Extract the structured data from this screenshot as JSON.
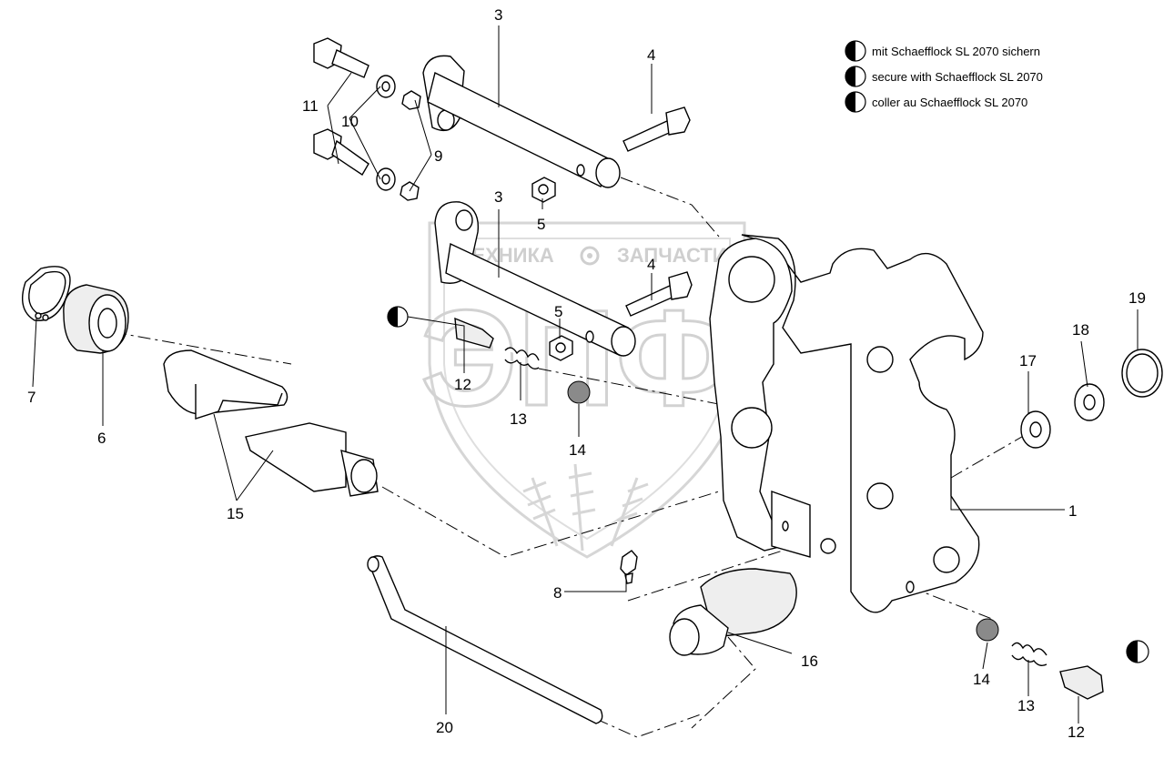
{
  "legend": [
    {
      "symbol": "half-filled-circle-icon",
      "text": "mit Schaefflock SL 2070 sichern"
    },
    {
      "symbol": "half-filled-circle-icon",
      "text": "secure with Schaefflock SL 2070"
    },
    {
      "symbol": "half-filled-circle-icon",
      "text": "coller au Schaefflock SL 2070"
    }
  ],
  "watermark": {
    "text_left": "ТЕХНИКА",
    "text_right": "ЗАПЧАСТИ",
    "big": "ЭПФ",
    "icon": "gear-icon"
  },
  "labels": {
    "l1": "1",
    "l3a": "3",
    "l3b": "3",
    "l4a": "4",
    "l4b": "4",
    "l5a": "5",
    "l5b": "5",
    "l6": "6",
    "l7": "7",
    "l8": "8",
    "l9": "9",
    "l10": "10",
    "l11": "11",
    "l12a": "12",
    "l12b": "12",
    "l13a": "13",
    "l13b": "13",
    "l14a": "14",
    "l14b": "14",
    "l15": "15",
    "l16": "16",
    "l17": "17",
    "l18": "18",
    "l19": "19",
    "l20": "20"
  },
  "colors": {
    "line": "#000000",
    "watermark": "#d0d0d0",
    "ball_fill": "#8a8a8a"
  }
}
